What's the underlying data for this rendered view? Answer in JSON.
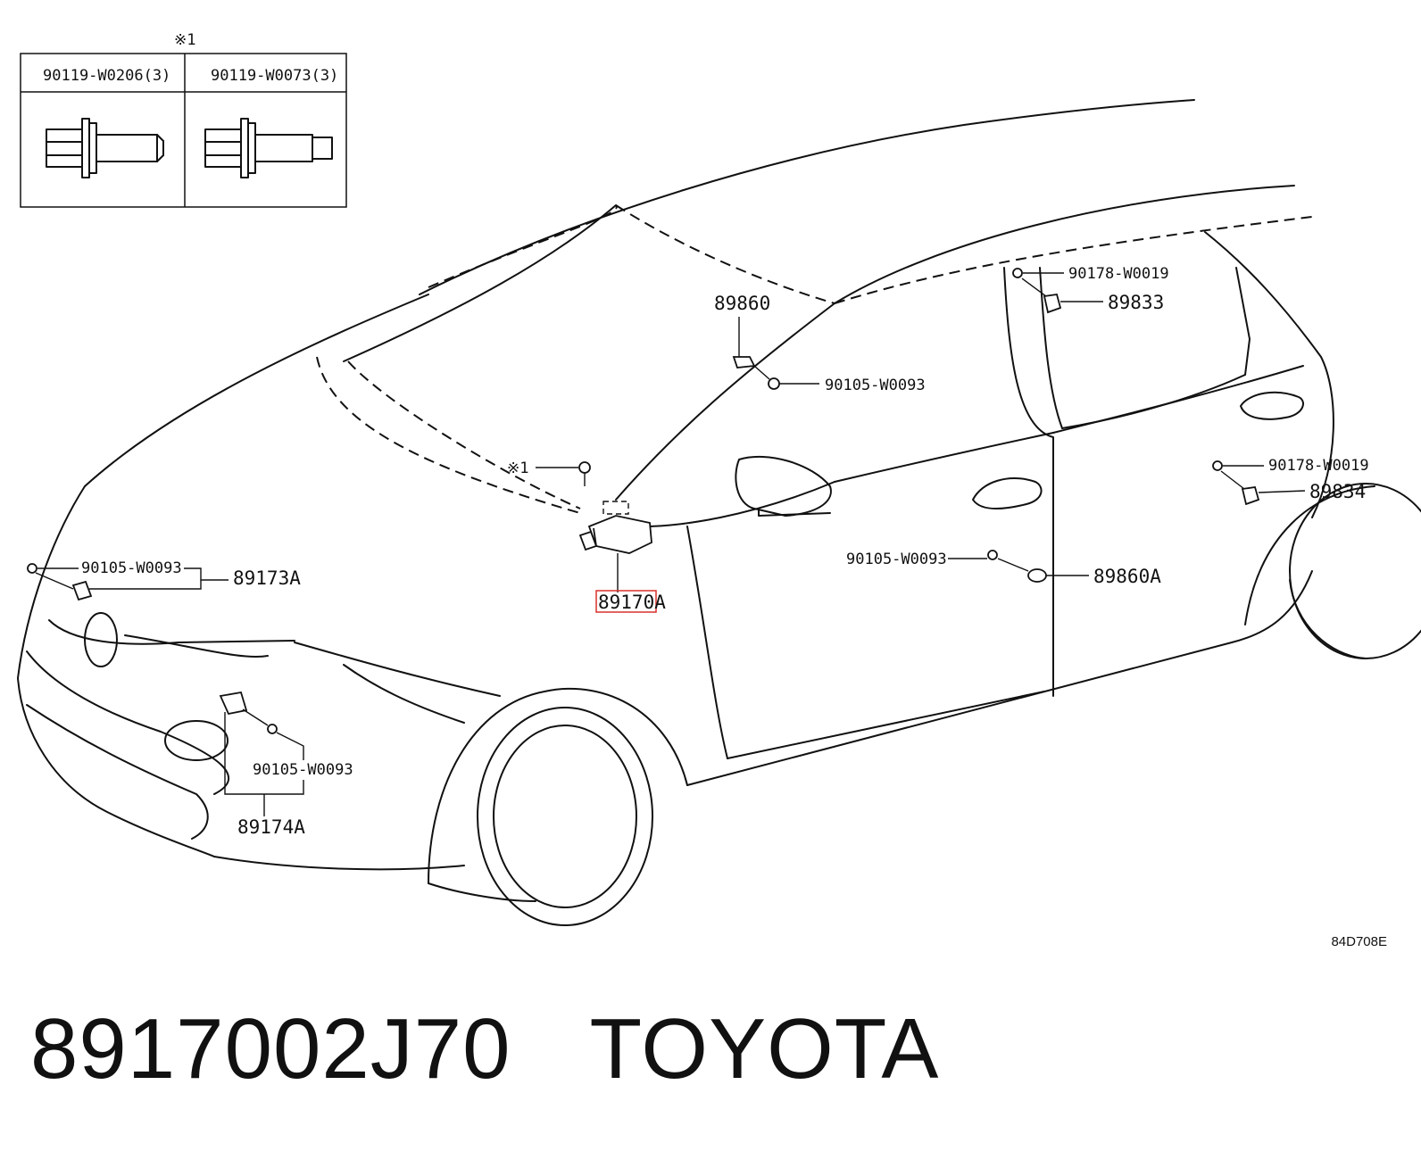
{
  "legend": {
    "marker": "※1",
    "bolt_a": "90119-W0206(3)",
    "bolt_b": "90119-W0073(3)"
  },
  "parts": {
    "p89860": "89860",
    "p90178_upper": "90178-W0019",
    "p89833": "89833",
    "p90105_pillar": "90105-W0093",
    "marker_ecu": "※1",
    "p90178_rear": "90178-W0019",
    "p89834": "89834",
    "p90105_front": "90105-W0093",
    "p89173A": "89173A",
    "p90105_door": "90105-W0093",
    "p89860A": "89860A",
    "p89170A": "89170A",
    "p90105_bumper": "90105-W0093",
    "p89174A": "89174A"
  },
  "diagram_code": "84D708E",
  "caption": {
    "part_number": "8917002J70",
    "brand": "TOYOTA"
  },
  "colors": {
    "line": "#111111",
    "highlight": "#d9302c"
  }
}
